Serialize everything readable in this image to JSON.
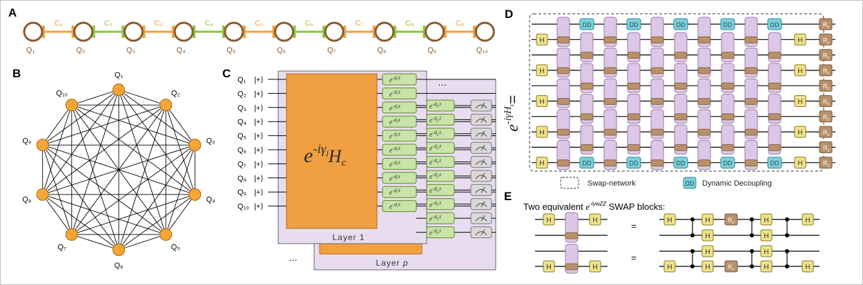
{
  "panels": {
    "A": "A",
    "B": "B",
    "C": "C",
    "D": "D",
    "E": "E"
  },
  "colors": {
    "brown": "#8b5a2b",
    "orange": "#f0a040",
    "node_orange": "#f7a535",
    "green": "#8cc63f",
    "lavender": "#dcc7e6",
    "layer_bg": "#e8dcef",
    "h_fill": "#ede38a",
    "dd_fill": "#7ecfd9",
    "rz_fill": "#b8906a",
    "rx_fill": "#c9e3a8",
    "meter_fill": "#d9d9d9"
  },
  "chain": {
    "qubits": [
      "Q₁",
      "Q₂",
      "Q₃",
      "Q₄",
      "Q₅",
      "Q₆",
      "Q₇",
      "Q₈",
      "Q₉",
      "Q₁₀"
    ],
    "couplers": [
      "C₁",
      "C₂",
      "C₃",
      "C₄",
      "C₅",
      "C₆",
      "C₇",
      "C₈",
      "C₉"
    ]
  },
  "graph": {
    "nodes": [
      "Q₁",
      "Q₂",
      "Q₃",
      "Q₄",
      "Q₅",
      "Q₆",
      "Q₇",
      "Q₈",
      "Q₉",
      "Q₁₀"
    ]
  },
  "circuit": {
    "qubits": [
      "Q₁",
      "Q₂",
      "Q₃",
      "Q₄",
      "Q₅",
      "Q₆",
      "Q₇",
      "Q₈",
      "Q₉",
      "Q₁₀"
    ],
    "ket": "|+⟩",
    "cost_pre": "e",
    "cost_exp": "-iγ",
    "cost_exp_sub": "l",
    "cost_H": "H",
    "cost_H_sub": "c",
    "mixer_label": "e",
    "mixer_exp": "-iβ",
    "mixer_sub": "l",
    "mixer_x": "X",
    "mixer_label_p_sub": "p",
    "layer1": "Layer 1",
    "layerp": "Layer ",
    "layerp_italic": "p",
    "ellipsis": "…"
  },
  "swap": {
    "rot_label": "e",
    "rot_exp": "-iγH",
    "rot_exp_sub": "c",
    "equals": "=",
    "gate_H": "H",
    "gate_DD": "DD",
    "gate_R": "R",
    "gate_R_sub": "z",
    "legend_swap": "Swap-network",
    "legend_dd": "Dynamic Decoupling"
  },
  "blocks": {
    "title_pre": "Two equivalent ",
    "title_e": "e",
    "title_exp": "-iγwZZ",
    "title_post": " SWAP blocks:",
    "equals": "="
  }
}
